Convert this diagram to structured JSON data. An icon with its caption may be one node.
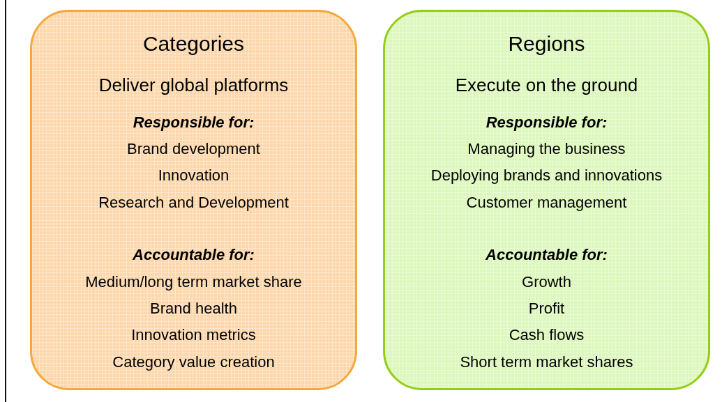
{
  "diagram": {
    "nodes": [
      {
        "text": [
          "Categories",
          "Deliver global platforms",
          "Responsible for:",
          "Brand development",
          "Innovation",
          "Research and Development",
          "Accountable for:",
          "Medium/long term market share",
          "Brand health",
          "Innovation metrics",
          "Category value creation"
        ]
      },
      {
        "text": [
          "Regions",
          "Execute on the ground",
          "Responsible for:",
          "Managing the business",
          "Deploying brands and innovations",
          "Customer management",
          "Accountable for:",
          "Growth",
          "Profit",
          "Cash flows",
          "Short term market shares"
        ]
      }
    ]
  }
}
